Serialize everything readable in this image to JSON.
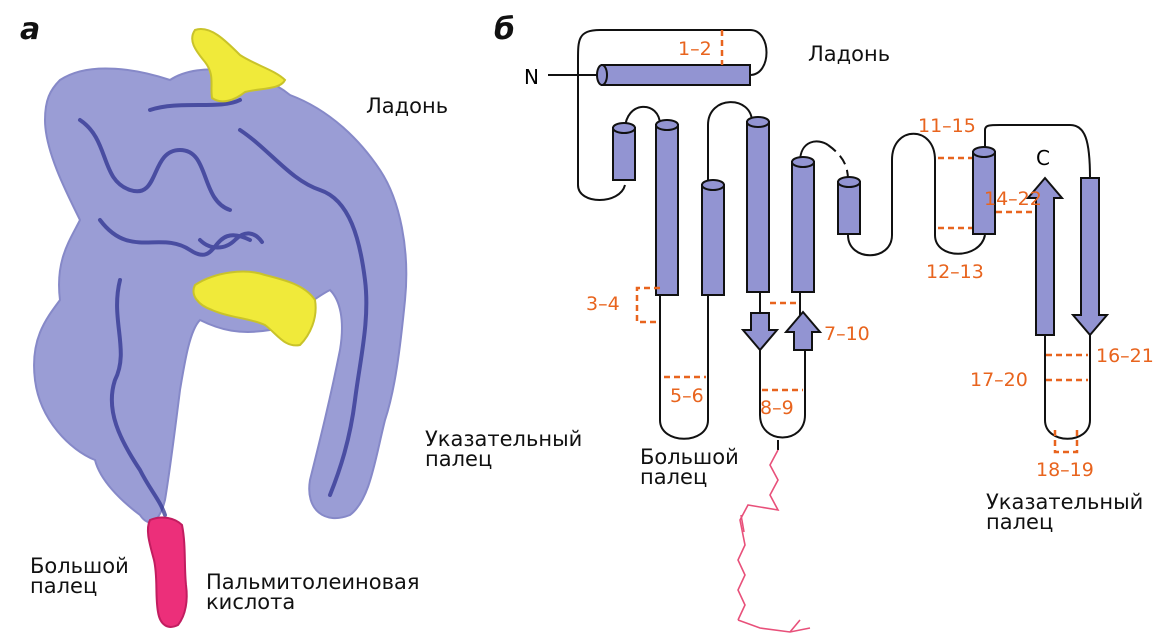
{
  "panel_a": {
    "letter": "а",
    "labels": {
      "palm": "Ладонь",
      "index_finger": "Указательный\nпалец",
      "thumb": "Большой\nпалец",
      "acid": "Пальмитолеиновая\nкислота"
    }
  },
  "panel_b": {
    "letter": "б",
    "n_terminus": "N",
    "c_terminus": "C",
    "labels": {
      "palm": "Ладонь",
      "thumb": "Большой\nпалец",
      "index_finger": "Указательный\nпалец"
    },
    "disulfides": [
      "1–2",
      "3–4",
      "5–6",
      "7–10",
      "8–9",
      "11–15",
      "12–13",
      "14–22",
      "16–21",
      "17–20",
      "18–19"
    ]
  },
  "colors": {
    "protein": "#8f92cf",
    "protein_dark": "#2f3390",
    "yellow": "#f0ea3a",
    "magenta": "#ec2f7a",
    "orange": "#e8641e",
    "lipid_line": "#e8507a"
  }
}
